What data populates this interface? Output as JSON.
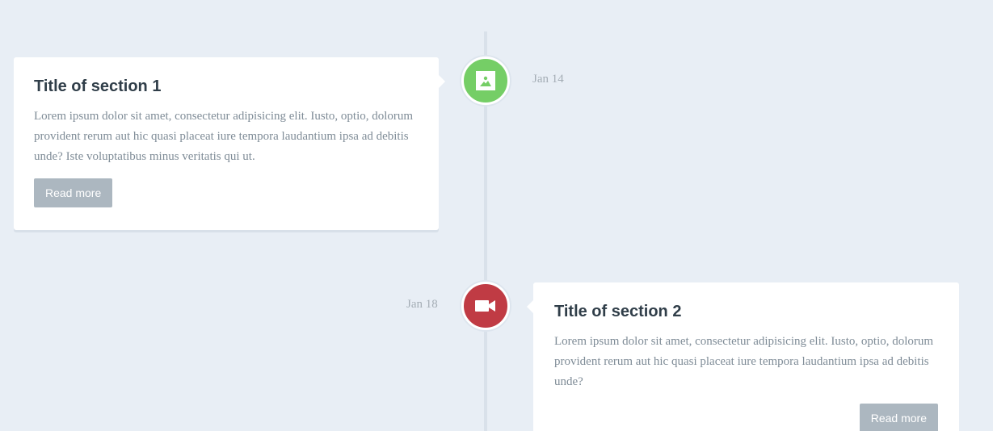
{
  "timeline": {
    "entries": [
      {
        "title": "Title of section 1",
        "text": "Lorem ipsum dolor sit amet, consectetur adipisicing elit. Iusto, optio, dolorum provident rerum aut hic quasi placeat iure tempora laudantium ipsa ad debitis unde? Iste voluptatibus minus veritatis qui ut.",
        "button_label": "Read more",
        "date": "Jan 14",
        "icon": "picture-icon",
        "marker_color": "#75ce66"
      },
      {
        "title": "Title of section 2",
        "text": "Lorem ipsum dolor sit amet, consectetur adipisicing elit. Iusto, optio, dolorum provident rerum aut hic quasi placeat iure tempora laudantium ipsa ad debitis unde?",
        "button_label": "Read more",
        "date": "Jan 18",
        "icon": "video-camera-icon",
        "marker_color": "#c03b44"
      }
    ]
  },
  "colors": {
    "background": "#e8eef5",
    "card": "#ffffff",
    "button": "#acb7c0",
    "title": "#303e49",
    "body_text": "#7f8c97",
    "date": "#a4adb5"
  }
}
